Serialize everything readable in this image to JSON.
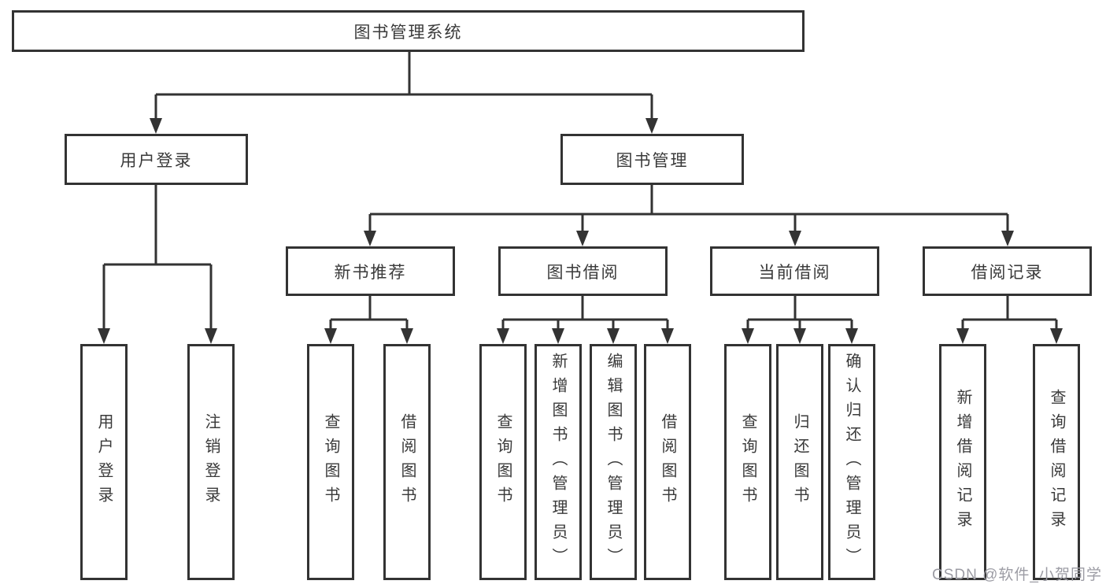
{
  "tree": {
    "root": {
      "label": "图书管理系统",
      "children": [
        {
          "label": "用户登录",
          "children": [
            {
              "label": "用户登录"
            },
            {
              "label": "注销登录"
            }
          ]
        },
        {
          "label": "图书管理",
          "children": [
            {
              "label": "新书推荐",
              "children": [
                {
                  "label": "查询图书"
                },
                {
                  "label": "借阅图书"
                }
              ]
            },
            {
              "label": "图书借阅",
              "children": [
                {
                  "label": "查询图书"
                },
                {
                  "label": "新增图书（管理员）"
                },
                {
                  "label": "编辑图书（管理员）"
                },
                {
                  "label": "借阅图书"
                }
              ]
            },
            {
              "label": "当前借阅",
              "children": [
                {
                  "label": "查询图书"
                },
                {
                  "label": "归还图书"
                },
                {
                  "label": "确认归还（管理员）"
                }
              ]
            },
            {
              "label": "借阅记录",
              "children": [
                {
                  "label": "新增借阅记录"
                },
                {
                  "label": "查询借阅记录"
                }
              ]
            }
          ]
        }
      ]
    }
  },
  "watermark": "CSDN @软件_小贺同学",
  "colors": {
    "line": "#333333",
    "text": "#3a3a3a",
    "background": "#ffffff",
    "watermark": "#9c9ca4"
  }
}
